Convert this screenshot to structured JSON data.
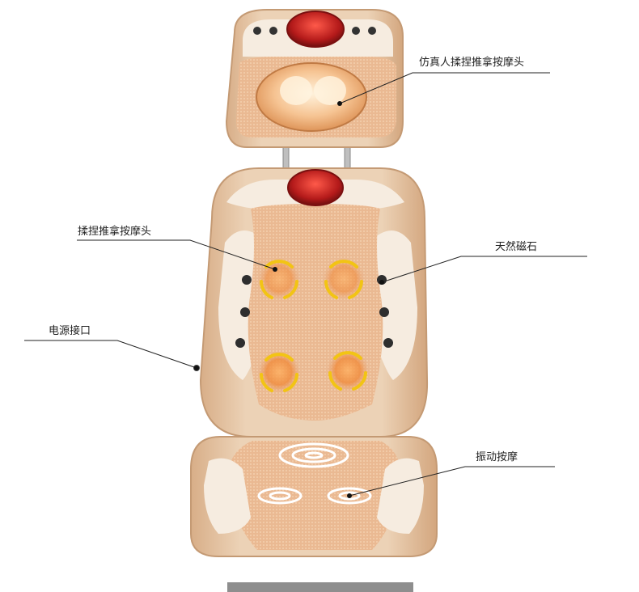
{
  "callouts": {
    "head_massage": "仿真人揉捏推拿按摩头",
    "kneading_head": "揉捏推拿按摩头",
    "magnets": "天然磁石",
    "power_port": "电源接口",
    "vibration": "振动按摩"
  },
  "colors": {
    "seat_outer": "#e8c6a4",
    "seat_edge": "#caa07c",
    "cream_panel": "#f6ece0",
    "mesh": "#e9b98f",
    "red_light": "#c0201f",
    "orange_glow": "#f08a3a",
    "yellow_ring": "#f2c414",
    "leader_line": "#222222"
  }
}
